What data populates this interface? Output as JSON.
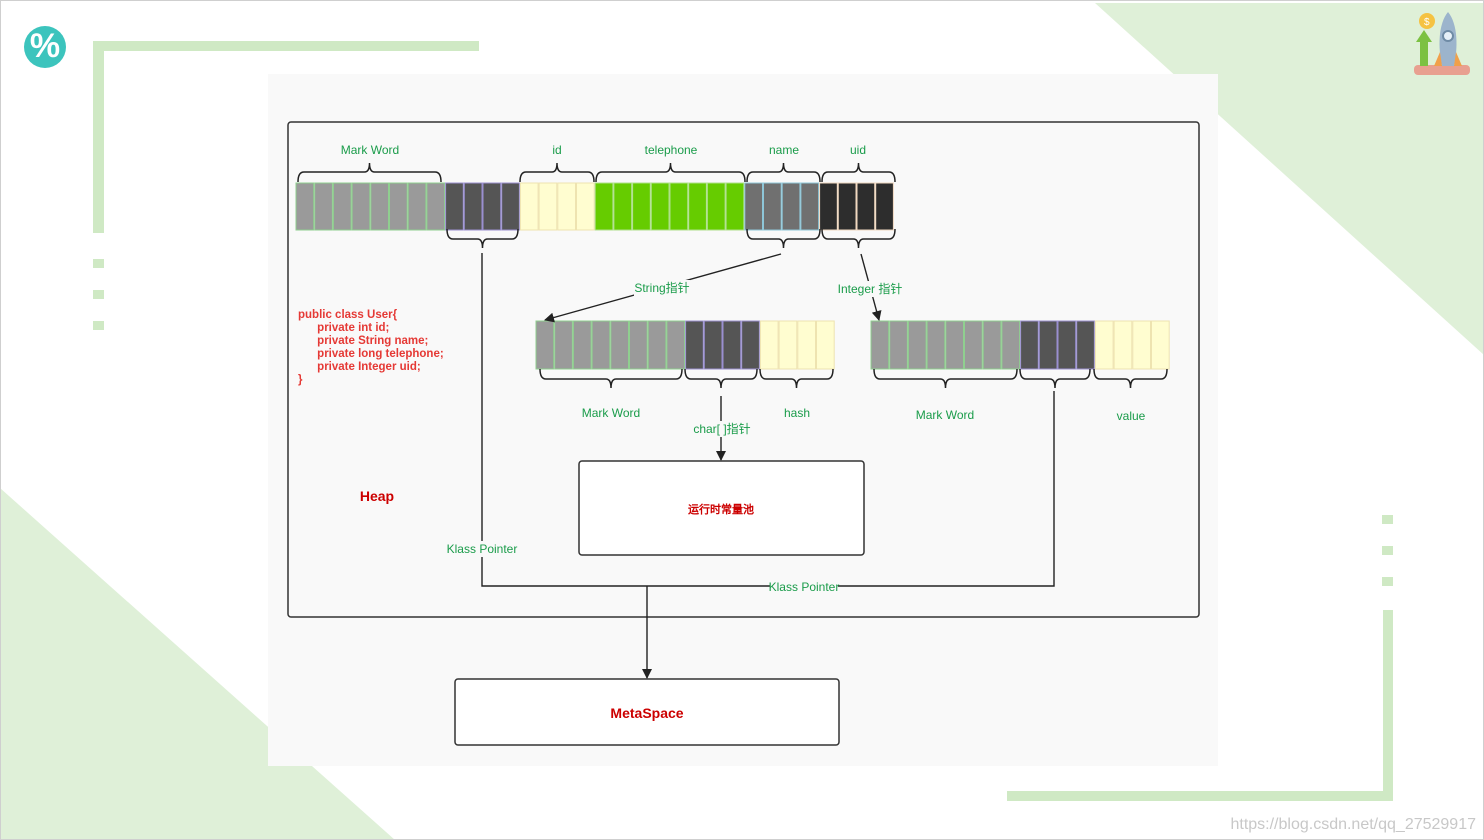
{
  "logo": {
    "icon": "percent-icon",
    "glyph": "%"
  },
  "code": {
    "lines": [
      "public class User{",
      "      private int id;",
      "      private String name;",
      "      private long telephone;",
      "      private Integer uid;",
      "}"
    ]
  },
  "labels": {
    "user_mark_word": "Mark Word",
    "id": "id",
    "telephone": "telephone",
    "name": "name",
    "uid": "uid",
    "string_ptr": "String指针",
    "integer_ptr": "Integer 指针",
    "str_mark_word": "Mark Word",
    "hash": "hash",
    "char_ptr": "char[ ]指针",
    "int_mark_word": "Mark Word",
    "value": "value",
    "heap": "Heap",
    "runtime_pool": "运行时常量池",
    "klass_pointer_left": "Klass Pointer",
    "klass_pointer_bottom": "Klass Pointer",
    "metaspace": "MetaSpace"
  },
  "watermark": "https://blog.csdn.net/qq_27529917",
  "colors": {
    "accent_green": "#cfe9c4",
    "label_green": "#1a9c4a",
    "red": "#e53935",
    "dark_red": "#cc0000",
    "mark_gray": "#9a9a9a",
    "klass_dark": "#555555",
    "field_yellow": "#fffdd0",
    "telephone_green": "#66cc00",
    "name_gray": "#707070",
    "uid_black": "#2d2d2d"
  }
}
